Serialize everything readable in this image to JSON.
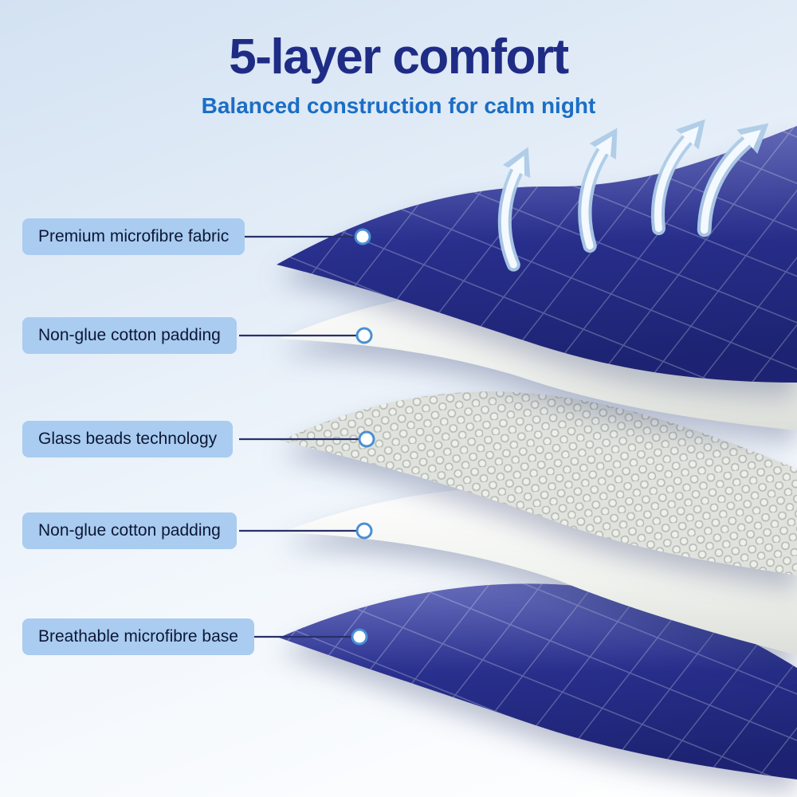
{
  "header": {
    "title": "5-layer comfort",
    "subtitle": "Balanced construction for calm night"
  },
  "layers": [
    {
      "label": "Premium microfibre fabric",
      "material": "navy-quilted-fabric"
    },
    {
      "label": "Non-glue cotton padding",
      "material": "white-cotton-padding"
    },
    {
      "label": "Glass beads technology",
      "material": "glass-beads"
    },
    {
      "label": "Non-glue cotton padding",
      "material": "white-cotton-padding"
    },
    {
      "label": "Breathable microfibre base",
      "material": "navy-quilted-fabric"
    }
  ],
  "icons": {
    "airflow_arrow": "curved-up-arrow"
  },
  "colors": {
    "title": "#1f2c86",
    "subtitle": "#1b6ec5",
    "label_bg": "#a9ccf0",
    "label_text": "#0d1736",
    "navy_fabric": "#2a3190",
    "padding_white": "#f1f3ef",
    "beads_grey": "#d9dcd6",
    "dot_stroke": "#4a8fd4",
    "leader_line": "#28306b",
    "background_top": "#d3e2f2",
    "background_bottom": "#ffffff"
  }
}
